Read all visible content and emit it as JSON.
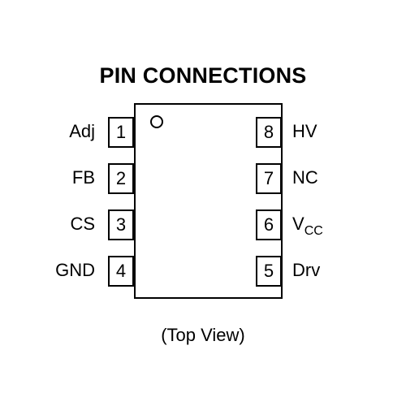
{
  "title": "PIN CONNECTIONS",
  "caption": "(Top View)",
  "left_pins": [
    {
      "number": "1",
      "label": "Adj"
    },
    {
      "number": "2",
      "label": "FB"
    },
    {
      "number": "3",
      "label": "CS"
    },
    {
      "number": "4",
      "label": "GND"
    }
  ],
  "right_pins": [
    {
      "number": "8",
      "label": "HV",
      "sub": ""
    },
    {
      "number": "7",
      "label": "NC",
      "sub": ""
    },
    {
      "number": "6",
      "label": "V",
      "sub": "CC"
    },
    {
      "number": "5",
      "label": "Drv",
      "sub": ""
    }
  ]
}
